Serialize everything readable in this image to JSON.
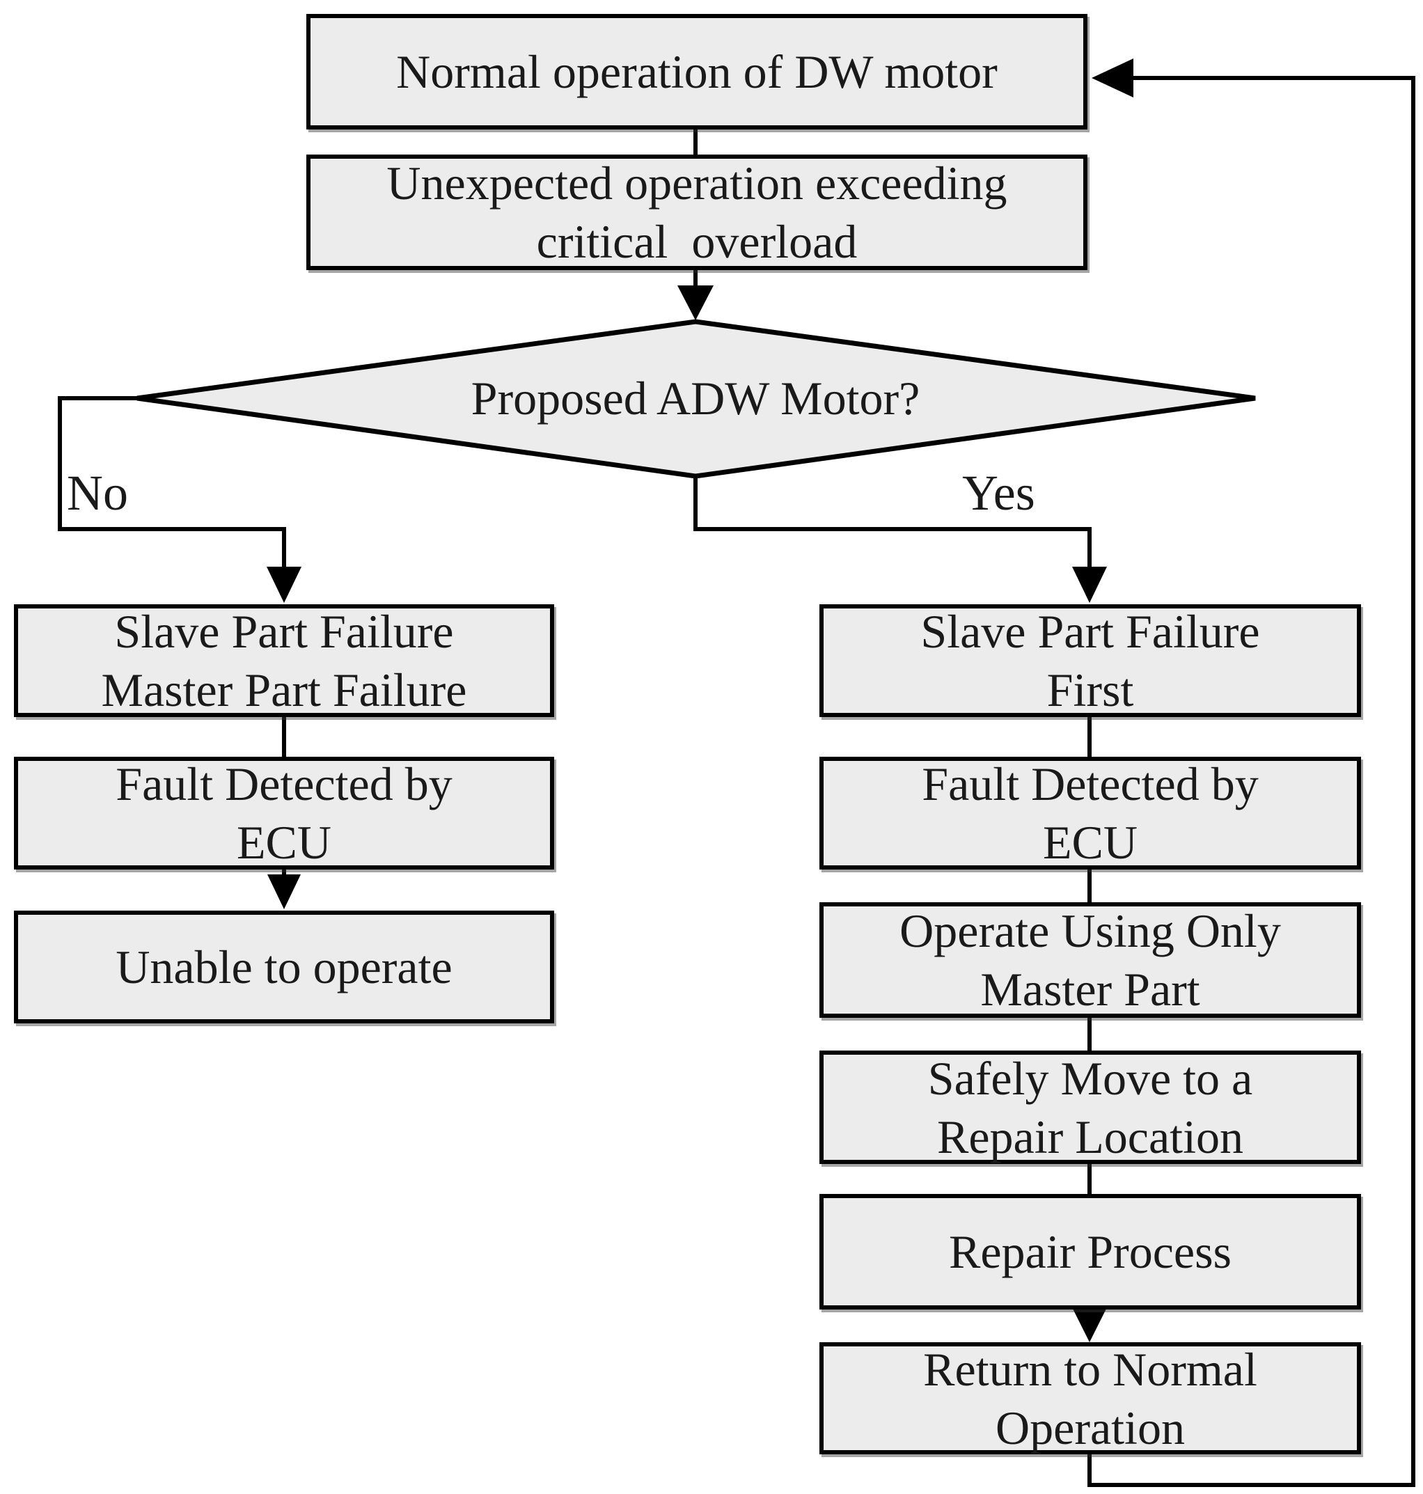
{
  "flow": {
    "colors": {
      "edge_color": "#000000",
      "node_fill": "#ececec",
      "text_color": "#1a1a1a"
    },
    "nodes": {
      "normal_operation": {
        "lines": [
          "Normal operation of DW motor"
        ]
      },
      "unexpected_operation": {
        "lines": [
          "Unexpected operation exceeding",
          "critical  overload"
        ]
      },
      "decision": {
        "label": "Proposed ADW Motor?"
      },
      "branch_labels": {
        "no": "No",
        "yes": "Yes"
      },
      "no_branch": [
        {
          "lines": [
            "Slave Part Failure",
            "Master Part Failure"
          ]
        },
        {
          "lines": [
            "Fault Detected by",
            "ECU"
          ]
        },
        {
          "lines": [
            "Unable to operate"
          ]
        }
      ],
      "yes_branch": [
        {
          "lines": [
            "Slave Part Failure",
            "First"
          ]
        },
        {
          "lines": [
            "Fault Detected by",
            "ECU"
          ]
        },
        {
          "lines": [
            "Operate Using Only",
            "Master Part"
          ]
        },
        {
          "lines": [
            "Safely Move to a",
            "Repair Location"
          ]
        },
        {
          "lines": [
            "Repair Process"
          ]
        },
        {
          "lines": [
            "Return to Normal",
            "Operation"
          ]
        }
      ]
    }
  }
}
